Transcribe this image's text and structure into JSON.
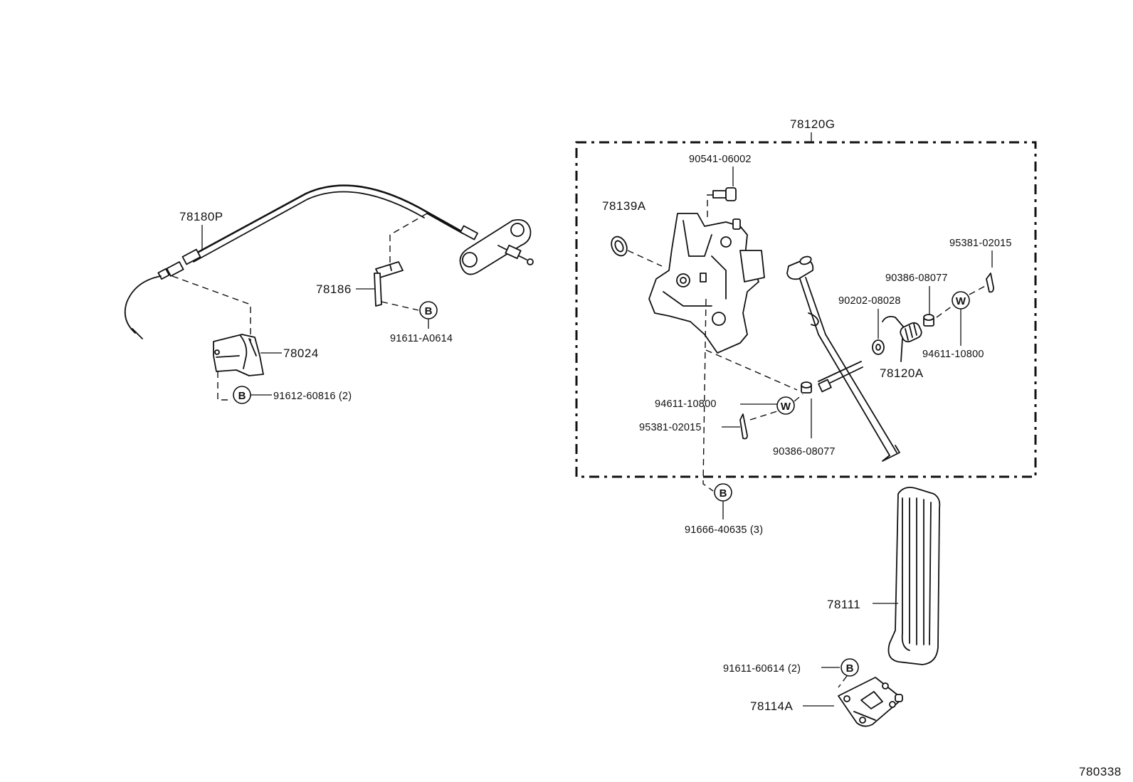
{
  "labels": {
    "cable": "78180P",
    "bracket_78024": "78024",
    "bolt_91612": "91612-60816 (2)",
    "clamp_78186": "78186",
    "bolt_91611a": "91611-A0614",
    "assembly": "78120G",
    "bolt_90541": "90541-06002",
    "bushing_78139": "78139A",
    "pin_95381_r": "95381-02015",
    "bush_90386_r": "90386-08077",
    "washer_90202": "90202-08028",
    "washer_94611_r": "94611-10800",
    "spring_78120a": "78120A",
    "washer_94611_l": "94611-10800",
    "pin_95381_l": "95381-02015",
    "bush_90386_l": "90386-08077",
    "bolt_91666": "91666-40635 (3)",
    "pad_78111": "78111",
    "bolt_91611_60614": "91611-60614 (2)",
    "plate_78114a": "78114A",
    "figure_number": "780338"
  },
  "symbols": {
    "bolt": "B",
    "washer": "W"
  }
}
